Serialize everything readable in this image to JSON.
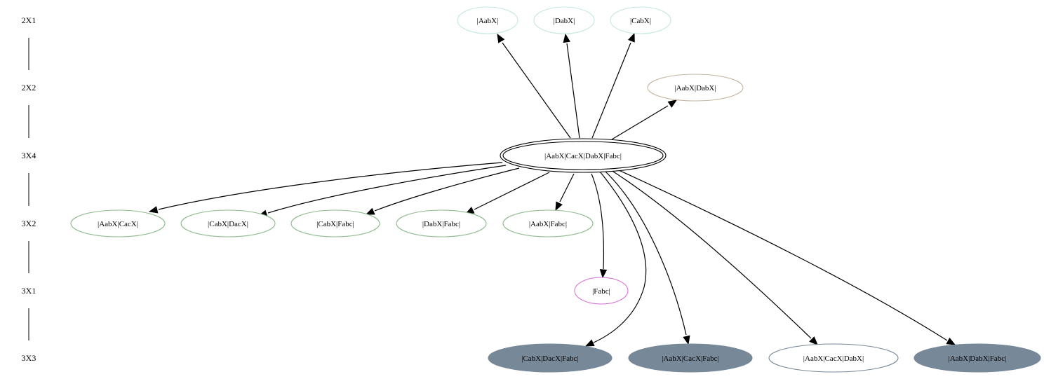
{
  "ranks": [
    {
      "id": "r1",
      "label": "2X1"
    },
    {
      "id": "r2",
      "label": "2X2"
    },
    {
      "id": "r3",
      "label": "3X4"
    },
    {
      "id": "r4",
      "label": "3X2"
    },
    {
      "id": "r5",
      "label": "3X1"
    },
    {
      "id": "r6",
      "label": "3X3"
    }
  ],
  "nodes": [
    {
      "id": "n_aabx",
      "label": "|AabX|",
      "stroke": "#c6e8e2",
      "fill": "none"
    },
    {
      "id": "n_dabx",
      "label": "|DabX|",
      "stroke": "#c6e8e2",
      "fill": "none"
    },
    {
      "id": "n_cabx",
      "label": "|CabX|",
      "stroke": "#c6e8e2",
      "fill": "none"
    },
    {
      "id": "n_aabx_dabx",
      "label": "|AabX|DabX|",
      "stroke": "#c7b7a3",
      "fill": "none"
    },
    {
      "id": "n_root",
      "label": "|AabX|CacX|DabX|Fabc|",
      "stroke": "#000000",
      "fill": "none"
    },
    {
      "id": "n_aabx_cacx",
      "label": "|AabX|CacX|",
      "stroke": "#8fbc8f",
      "fill": "none"
    },
    {
      "id": "n_cabx_dacx",
      "label": "|CabX|DacX|",
      "stroke": "#8fbc8f",
      "fill": "none"
    },
    {
      "id": "n_cabx_fabc",
      "label": "|CabX|Fabc|",
      "stroke": "#8fbc8f",
      "fill": "none"
    },
    {
      "id": "n_dabx_fabc",
      "label": "|DabX|Fabc|",
      "stroke": "#8fbc8f",
      "fill": "none"
    },
    {
      "id": "n_aabx_fabc",
      "label": "|AabX|Fabc|",
      "stroke": "#8fbc8f",
      "fill": "none"
    },
    {
      "id": "n_fabc",
      "label": "|Fabc|",
      "stroke": "#da70d6",
      "fill": "none"
    },
    {
      "id": "n_cabx_dacx_fabc",
      "label": "|CabX|DacX|Fabc|",
      "stroke": "#778899",
      "fill": "#778899"
    },
    {
      "id": "n_aabx_cacx_fabc",
      "label": "|AabX|CacX|Fabc|",
      "stroke": "#778899",
      "fill": "#778899"
    },
    {
      "id": "n_aabx_cacx_dabx",
      "label": "|AabX|CacX|DabX|",
      "stroke": "#778899",
      "fill": "none"
    },
    {
      "id": "n_aabx_dabx_fabc",
      "label": "|AabX|DabX|Fabc|",
      "stroke": "#778899",
      "fill": "#778899"
    }
  ],
  "edges": [
    {
      "from": "n_root",
      "to": "n_aabx"
    },
    {
      "from": "n_root",
      "to": "n_dabx"
    },
    {
      "from": "n_root",
      "to": "n_cabx"
    },
    {
      "from": "n_root",
      "to": "n_aabx_dabx"
    },
    {
      "from": "n_root",
      "to": "n_aabx_cacx"
    },
    {
      "from": "n_root",
      "to": "n_cabx_dacx"
    },
    {
      "from": "n_root",
      "to": "n_cabx_fabc"
    },
    {
      "from": "n_root",
      "to": "n_dabx_fabc"
    },
    {
      "from": "n_root",
      "to": "n_aabx_fabc"
    },
    {
      "from": "n_root",
      "to": "n_fabc"
    },
    {
      "from": "n_root",
      "to": "n_cabx_dacx_fabc"
    },
    {
      "from": "n_root",
      "to": "n_aabx_cacx_fabc"
    },
    {
      "from": "n_root",
      "to": "n_aabx_cacx_dabx"
    },
    {
      "from": "n_root",
      "to": "n_aabx_dabx_fabc"
    }
  ]
}
